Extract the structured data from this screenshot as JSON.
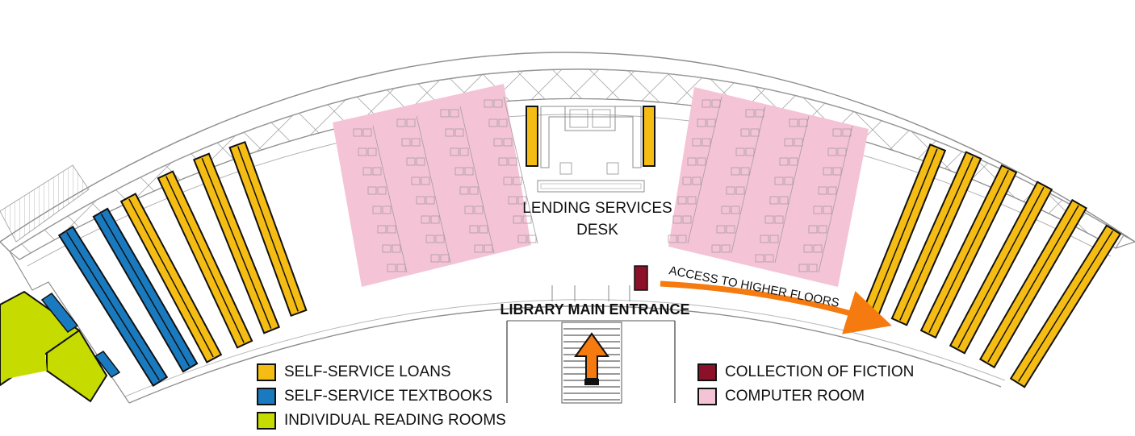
{
  "labels": {
    "lending_desk_line1": "LENDING SERVICES",
    "lending_desk_line2": "DESK",
    "main_entrance": "LIBRARY MAIN ENTRANCE",
    "access_higher": "ACCESS TO HIGHER FLOORS"
  },
  "legend": {
    "self_service_loans": "SELF-SERVICE LOANS",
    "self_service_textbooks": "SELF-SERVICE TEXTBOOKS",
    "individual_reading_rooms": "INDIVIDUAL READING ROOMS",
    "collection_of_fiction": "COLLECTION OF FICTION",
    "computer_room": "COMPUTER ROOM"
  },
  "colors": {
    "self_service_loans": "#f5bd14",
    "self_service_textbooks": "#1a7abf",
    "individual_reading_rooms": "#c6dc00",
    "collection_of_fiction": "#8c1028",
    "computer_room": "#f4c4d6",
    "arrow": "#f57a10"
  }
}
